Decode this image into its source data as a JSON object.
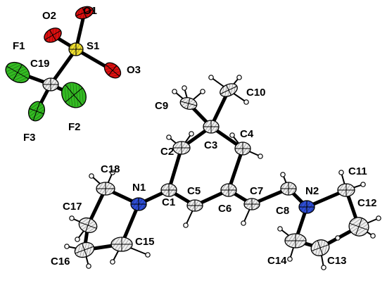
{
  "figure": {
    "colors": {
      "carbon": "#eeeeee",
      "hydrogen": "#ffffff",
      "nitrogen": "#2f4fd8",
      "oxygen": "#dd1010",
      "sulfur": "#f0e030",
      "fluorine": "#33bb22",
      "bond": "#000000"
    },
    "atoms": {
      "O1": "O1",
      "O2": "O2",
      "O3": "O3",
      "S1": "S1",
      "F1": "F1",
      "F2": "F2",
      "F3": "F3",
      "C19": "C19",
      "C1": "C1",
      "C2": "C2",
      "C3": "C3",
      "C4": "C4",
      "C5": "C5",
      "C6": "C6",
      "C7": "C7",
      "C8": "C8",
      "C9": "C9",
      "C10": "C10",
      "C11": "C11",
      "C12": "C12",
      "C13": "C13",
      "C14": "C14",
      "C15": "C15",
      "C16": "C16",
      "C17": "C17",
      "C18": "C18",
      "N1": "N1",
      "N2": "N2"
    }
  }
}
